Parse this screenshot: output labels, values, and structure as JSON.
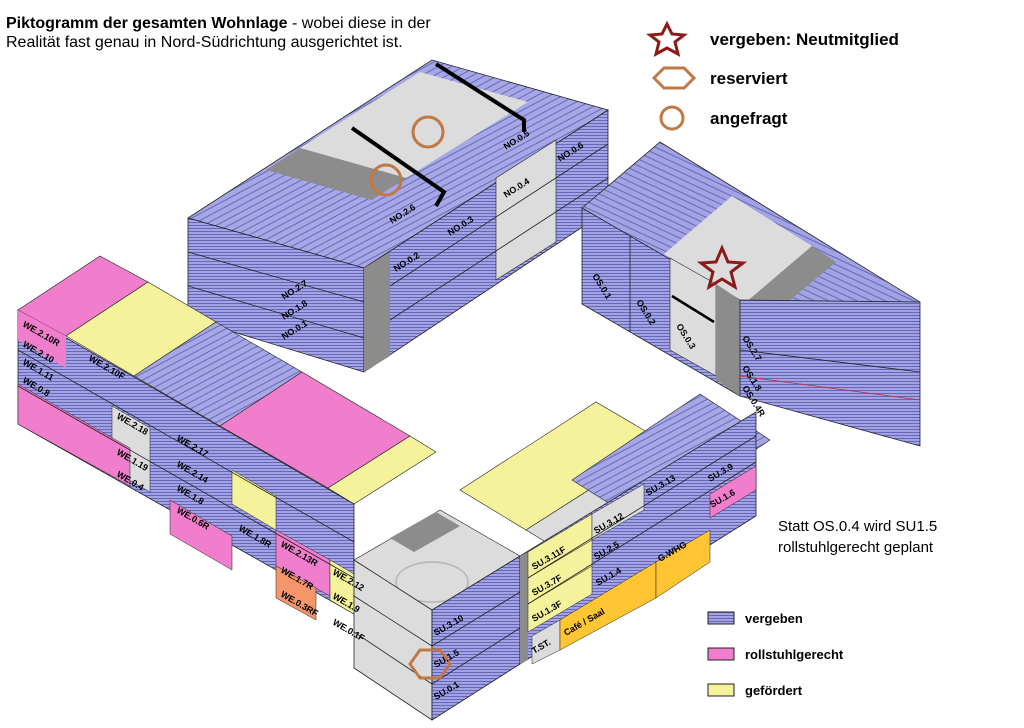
{
  "title": {
    "bold": "Piktogramm der gesamten Wohnlage",
    "rest": " - wobei diese in der Realität fast genau in Nord-Südrichtung ausgerichtet ist."
  },
  "note": "Statt OS.0.4 wird SU1.5 rollstuhlgerecht geplant",
  "symbol_legend": {
    "star": "vergeben: Neutmitglied",
    "hexagon": "reserviert",
    "circle": "angefragt"
  },
  "color_legend": {
    "assigned": "vergeben",
    "wheelchair": "rollstuhlgerecht",
    "subsidized": "gefördert"
  },
  "colors": {
    "assigned": "#a3a3e4",
    "wheelchair": "#f07ecc",
    "subsidized": "#f4f29a",
    "commercial": "#ffc533",
    "free": "#dcdcdc",
    "stair": "#8c8c8c",
    "symbol_dark": "#8b1a1a",
    "symbol_brown": "#c07845"
  },
  "units": {
    "no": [
      "NO.2.7",
      "NO.1.8",
      "NO.0.1",
      "NO.2.6",
      "NO.0.2",
      "NO.0.3",
      "NO.0.4",
      "NO.0.5",
      "NO.0.6"
    ],
    "os": [
      "OS.0.1",
      "OS.0.2",
      "OS.0.3",
      "OS.2.7",
      "OS.1.8",
      "OS.0.4R"
    ],
    "we": [
      "WE.2.10R",
      "WE.2.10",
      "WE.1.11",
      "WE.0.8",
      "WE.2.10F",
      "WE.2.18",
      "WE.1.19",
      "WE.0.4",
      "WE.2.17",
      "WE.2.14",
      "WE.1.8",
      "WE.0.6R",
      "WE.1.8R",
      "WE.2.13R",
      "WE.1.7R",
      "WE.0.3RF",
      "WE.2.12",
      "WE.1.9",
      "WE.0.1F"
    ],
    "su": [
      "SU.3.10",
      "SU.1.5",
      "SU.0.1",
      "SU.3.11F",
      "SU.3.7F",
      "SU.1.3F",
      "T.ST.",
      "SU.3.12",
      "SU.2.5",
      "SU.1.4",
      "SU.3.13",
      "SU.3.9",
      "SU.1.6",
      "G.WHG",
      "Café / Saal"
    ]
  }
}
